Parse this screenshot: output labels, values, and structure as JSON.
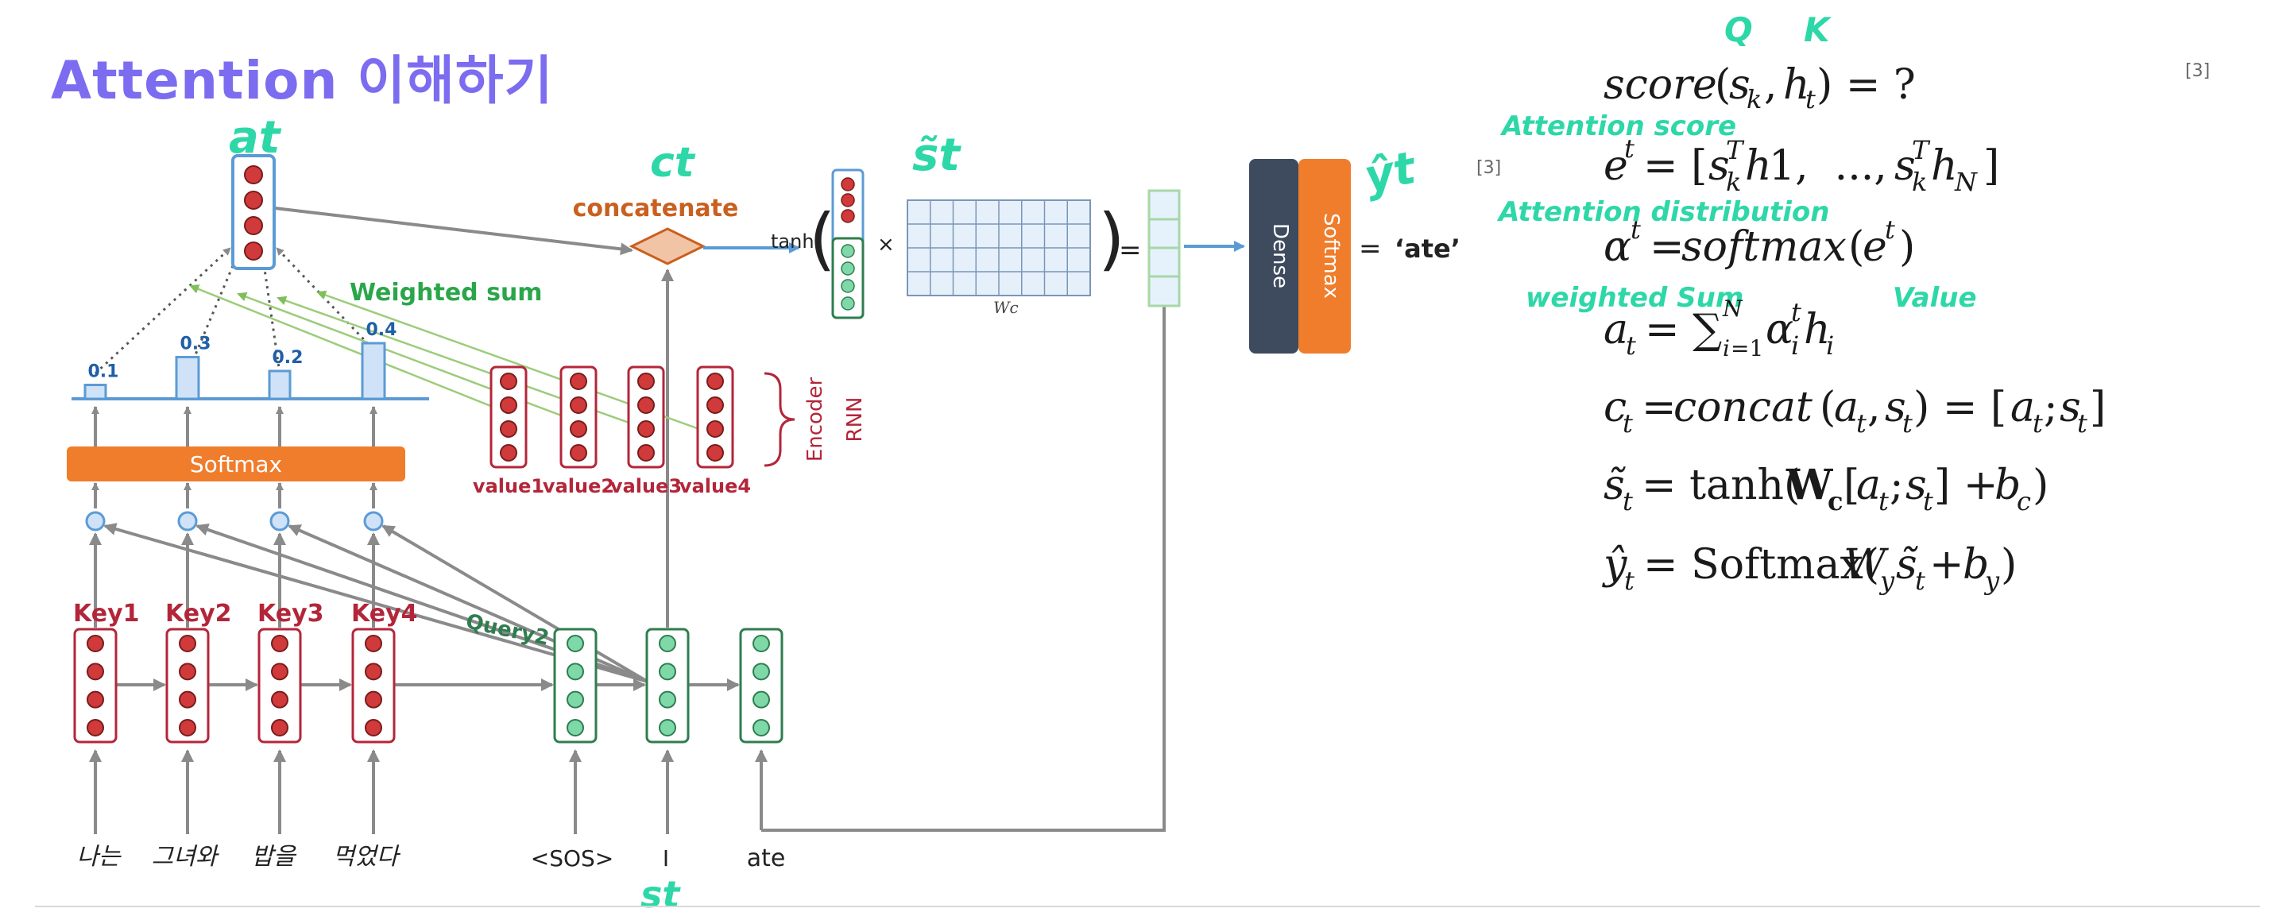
{
  "title": "Attention 이해하기",
  "diagram": {
    "keys": [
      "Key1",
      "Key2",
      "Key3",
      "Key4"
    ],
    "weights": [
      "0.1",
      "0.3",
      "0.2",
      "0.4"
    ],
    "weight_values": [
      0.1,
      0.3,
      0.2,
      0.4
    ],
    "values": [
      "value1",
      "value2",
      "value3",
      "value4"
    ],
    "softmax_label": "Softmax",
    "weighted_sum_label": "Weighted sum",
    "concatenate_label": "concatenate",
    "encoder_label": "Encoder",
    "rnn_label": "RNN",
    "query_label": "Query2",
    "tanh_label": "tanh",
    "times_label": "×",
    "wc_label": "Wc",
    "equals_label": "=",
    "dense_label": "Dense",
    "softmax_out_label": "Softmax",
    "output_label": "‘ate’",
    "inputs": [
      "나는",
      "그녀와",
      "밥을",
      "먹었다",
      "<SOS>",
      "I",
      "ate"
    ],
    "hw_at": "at",
    "hw_ct": "ct",
    "hw_st_tilde": "s̃t",
    "hw_yhat": "ŷt",
    "hw_st": "st",
    "hw_q": "Q",
    "hw_k": "K",
    "hw_attention_score": "Attention score",
    "hw_attention_distribution": "Attention distribution",
    "hw_weighted_sum": "weighted Sum",
    "hw_value": "Value"
  },
  "refs": [
    "[3]",
    "[3]"
  ],
  "colors": {
    "title": "#7b6cf0",
    "encoder_red": "#b3263a",
    "decoder_green": "#2f7d4f",
    "softmax_orange": "#ef7d2c",
    "dense_navy": "#3e4a5e",
    "blue": "#5b9bd5",
    "handwriting": "#2ed7a8",
    "weighted_sum_green": "#2aa64a",
    "concat_orange": "#c9601f"
  }
}
